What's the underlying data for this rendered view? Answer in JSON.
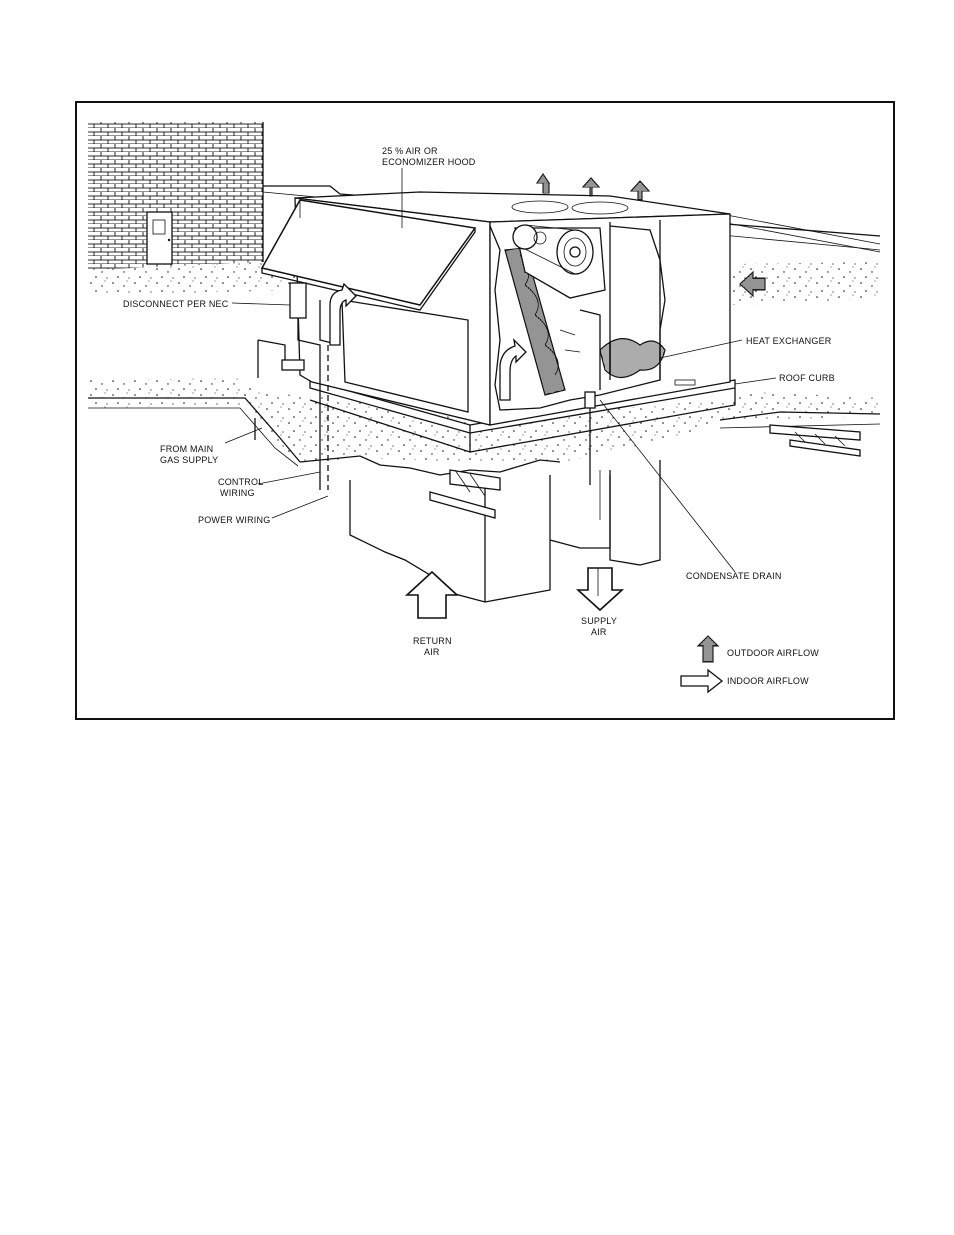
{
  "labels": {
    "hood_line1": "25 % AIR OR",
    "hood_line2": "ECONOMIZER HOOD",
    "disconnect": "DISCONNECT PER NEC",
    "heat_exchanger": "HEAT EXCHANGER",
    "roof_curb": "ROOF CURB",
    "gas_line1": "FROM MAIN",
    "gas_line2": "GAS SUPPLY",
    "control_line1": "CONTROL",
    "control_line2": "WIRING",
    "power_wiring": "POWER WIRING",
    "condensate_drain": "CONDENSATE DRAIN",
    "return_line1": "RETURN",
    "return_line2": "AIR",
    "supply_line1": "SUPPLY",
    "supply_line2": "AIR"
  },
  "legend": {
    "outdoor": "OUTDOOR AIRFLOW",
    "indoor": "INDOOR AIRFLOW"
  }
}
